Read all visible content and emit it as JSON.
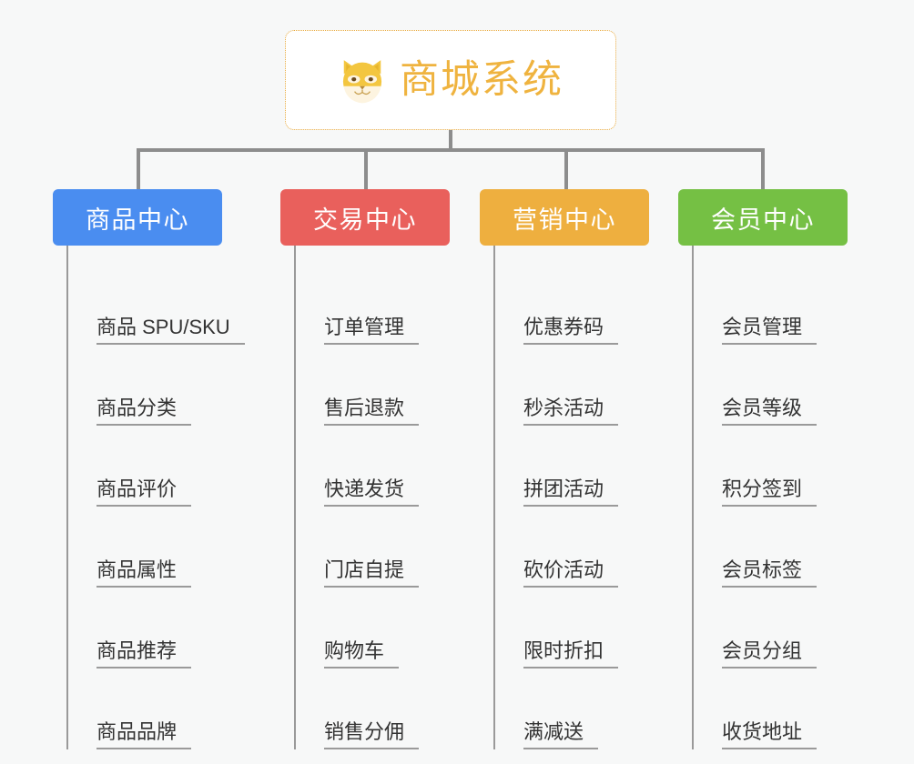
{
  "diagram": {
    "title": "商城系统",
    "root_icon": "dog-face-icon",
    "background_color": "#f7f8f8",
    "connector_color": "#8d8d8d",
    "root": {
      "label": "商城系统",
      "border_color": "#e8a93c",
      "text_color": "#efb33f",
      "background_color": "#ffffff"
    },
    "categories": [
      {
        "id": "product-center",
        "label": "商品中心",
        "color": "#4a8df0",
        "items": [
          "商品 SPU/SKU",
          "商品分类",
          "商品评价",
          "商品属性",
          "商品推荐",
          "商品品牌"
        ]
      },
      {
        "id": "trade-center",
        "label": "交易中心",
        "color": "#e9605c",
        "items": [
          "订单管理",
          "售后退款",
          "快递发货",
          "门店自提",
          "购物车",
          "销售分佣"
        ]
      },
      {
        "id": "marketing-center",
        "label": "营销中心",
        "color": "#eeaf3f",
        "items": [
          "优惠券码",
          "秒杀活动",
          "拼团活动",
          "砍价活动",
          "限时折扣",
          "满减送"
        ]
      },
      {
        "id": "member-center",
        "label": "会员中心",
        "color": "#75c044",
        "items": [
          "会员管理",
          "会员等级",
          "积分签到",
          "会员标签",
          "会员分组",
          "收货地址"
        ]
      }
    ]
  }
}
